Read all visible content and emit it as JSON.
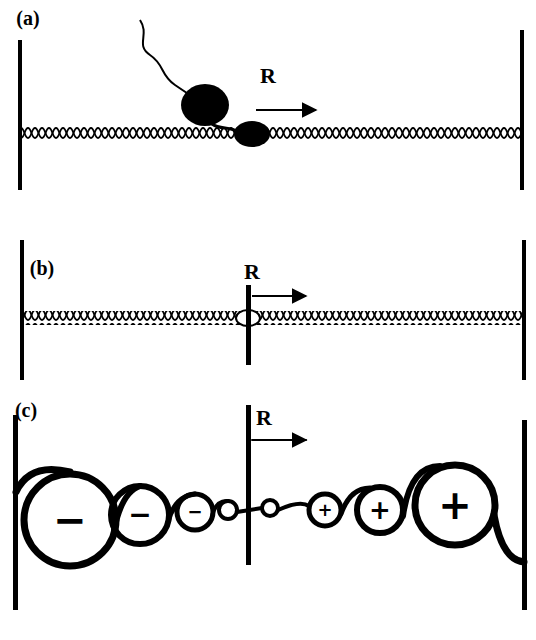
{
  "diagram": {
    "labels": [
      "(a)",
      "R",
      "(b)",
      "R",
      "(c)",
      "R",
      "−",
      "−",
      "−",
      "+",
      "+",
      "+"
    ]
  }
}
